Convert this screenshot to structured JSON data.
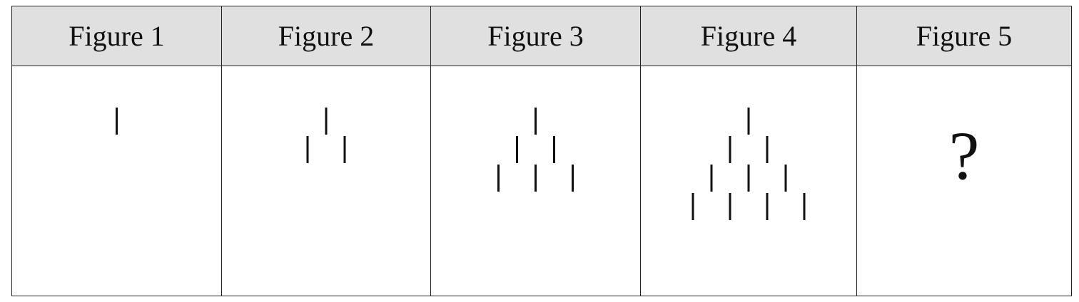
{
  "figures": [
    {
      "label": "Figure 1",
      "rows": 1
    },
    {
      "label": "Figure 2",
      "rows": 2
    },
    {
      "label": "Figure 3",
      "rows": 3
    },
    {
      "label": "Figure 4",
      "rows": 4
    },
    {
      "label": "Figure 5",
      "unknown": "?"
    }
  ],
  "colors": {
    "header_bg": "#e0e0e0",
    "stroke": "#111111"
  }
}
